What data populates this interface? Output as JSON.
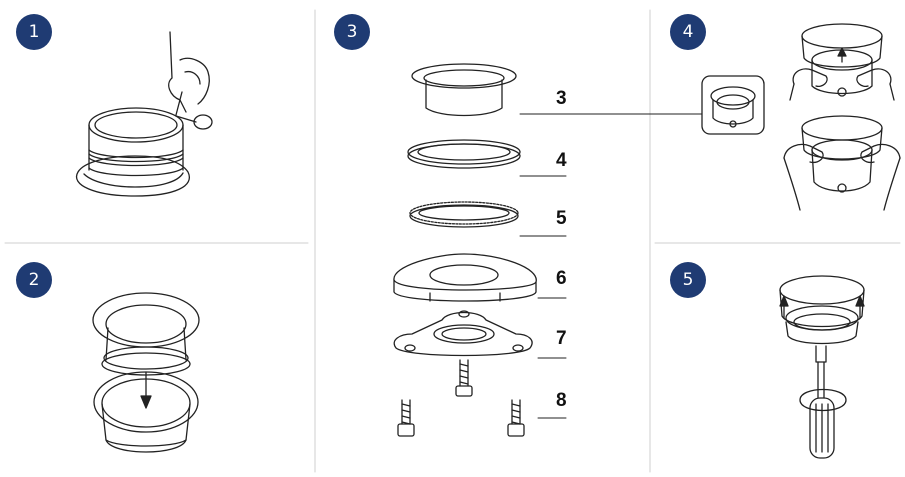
{
  "colors": {
    "badge": "#1f3b73",
    "badge_text": "#ffffff",
    "line": "#222222",
    "divider": "#cfcfcf"
  },
  "steps": [
    {
      "number": "1",
      "icon": "hand-applying-sealant-icon"
    },
    {
      "number": "2",
      "icon": "flange-insert-arrow-icon"
    },
    {
      "number": "3",
      "icon": "exploded-mount-assembly-icon"
    },
    {
      "number": "4",
      "icon": "hands-attaching-disposer-icon"
    },
    {
      "number": "5",
      "icon": "screwdriver-tightening-icon"
    }
  ],
  "parts": [
    "3",
    "4",
    "5",
    "6",
    "7",
    "8"
  ]
}
